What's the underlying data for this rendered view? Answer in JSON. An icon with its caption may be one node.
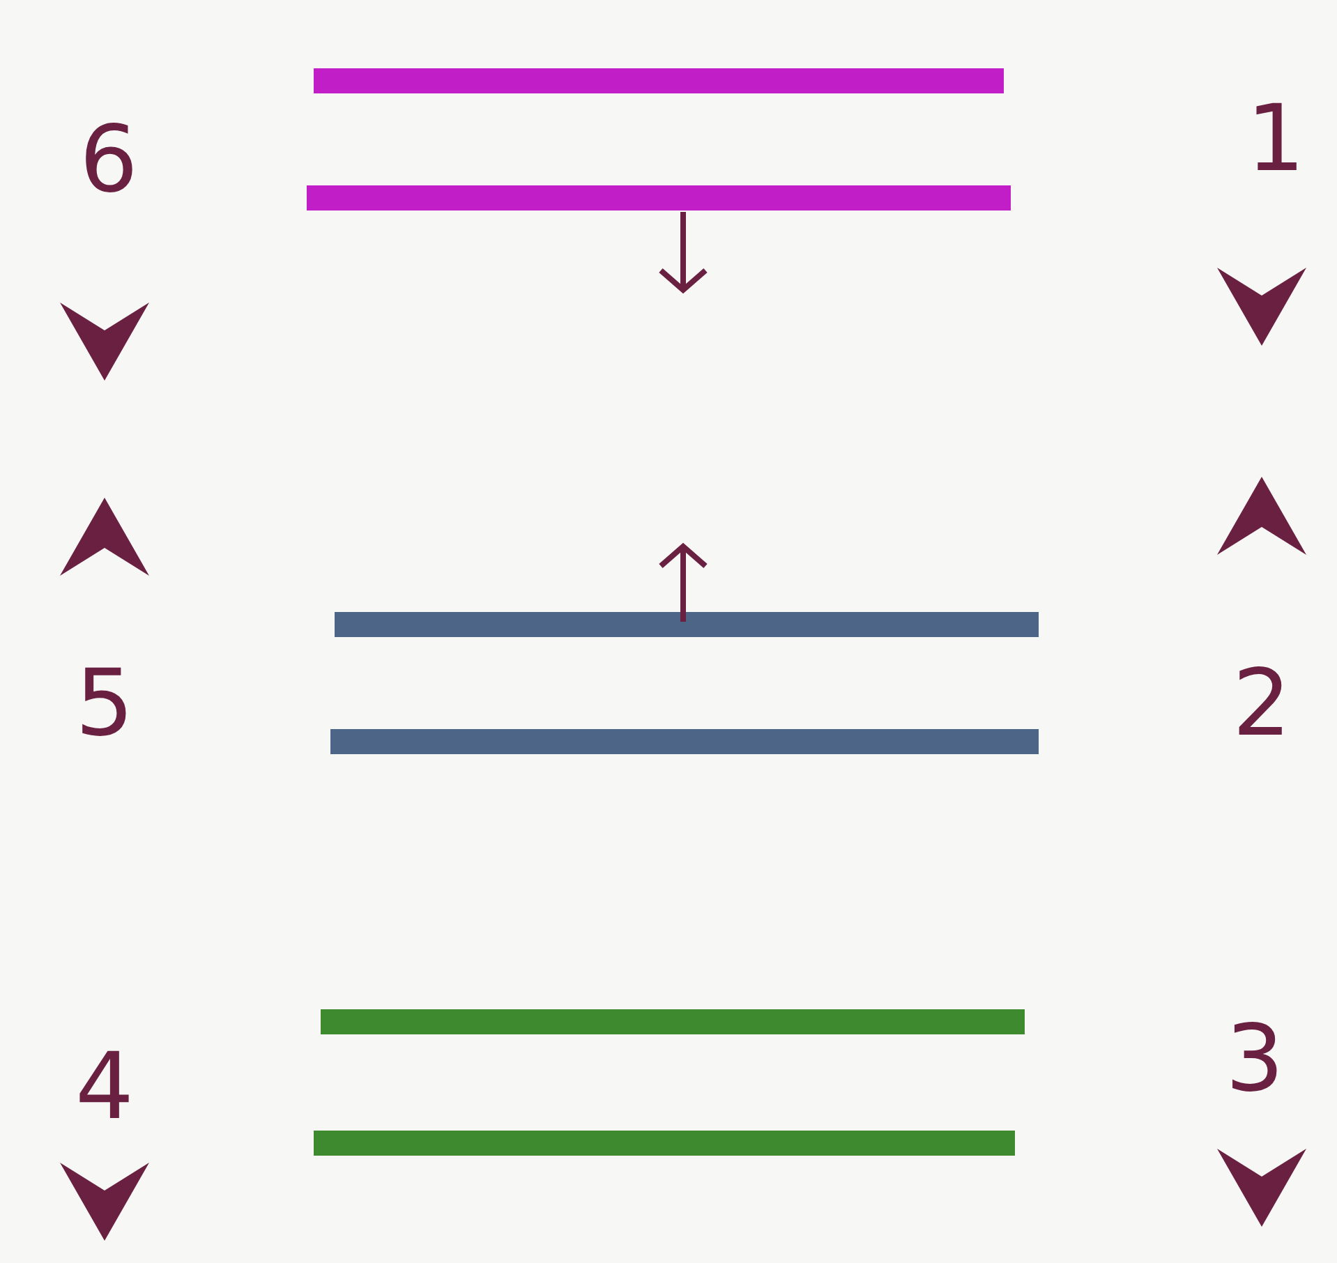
{
  "diagram": {
    "labels": [
      "6",
      "1",
      "5",
      "2",
      "4",
      "3"
    ]
  }
}
